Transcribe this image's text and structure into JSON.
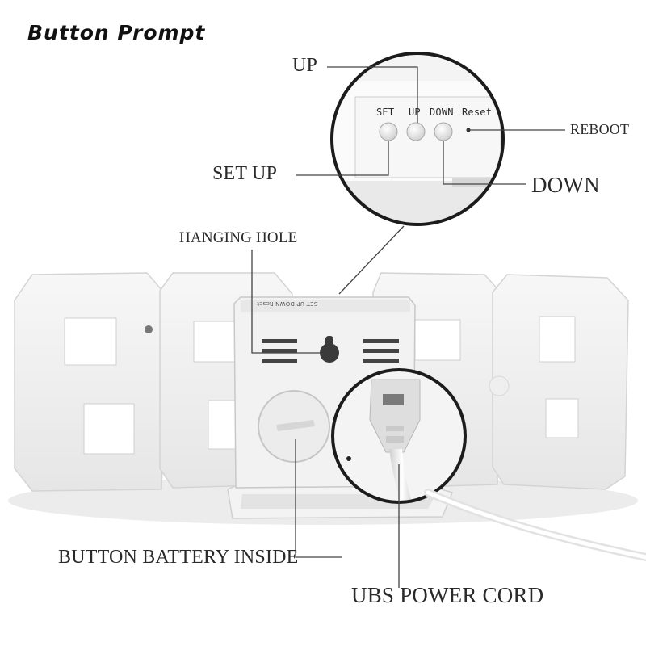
{
  "header": {
    "title": "Button Prompt"
  },
  "callouts": {
    "up": "UP",
    "set_up": "SET UP",
    "reboot": "REBOOT",
    "down": "DOWN",
    "hanging_hole": "HANGING HOLE",
    "battery": "BUTTON BATTERY INSIDE",
    "power_cord": "UBS POWER CORD"
  },
  "buttons": {
    "set": "SET",
    "up": "UP",
    "down": "DOWN",
    "reset": "Reset"
  },
  "back_label": "SET UP DOWN Reset",
  "icons": [
    "magnifier-circle",
    "power-plug",
    "screw"
  ]
}
